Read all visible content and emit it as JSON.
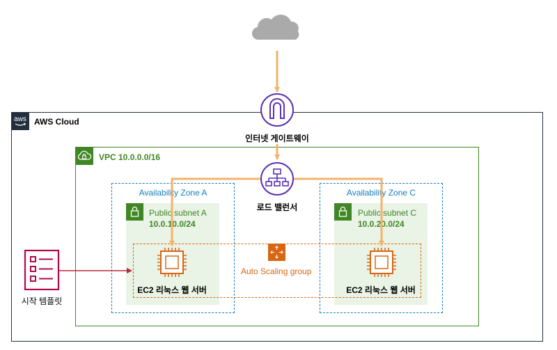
{
  "aws_cloud": {
    "title": "AWS Cloud",
    "badge_text": "aws"
  },
  "vpc": {
    "title": "VPC 10.0.0.0/16"
  },
  "internet_gateway": {
    "label": "인터넷 게이트웨이"
  },
  "load_balancer": {
    "label": "로드 밸런서"
  },
  "zones": [
    {
      "label": "Availability Zone A",
      "subnet_name": "Public subnet A",
      "subnet_cidr": "10.0.10.0/24",
      "instance_label": "EC2 리눅스 웹 서버"
    },
    {
      "label": "Availability Zone C",
      "subnet_name": "Public subnet C",
      "subnet_cidr": "10.0.20.0/24",
      "instance_label": "EC2 리눅스 웹 서버"
    }
  ],
  "auto_scaling": {
    "label": "Auto Scaling group"
  },
  "launch_template": {
    "label": "시작 템플릿"
  },
  "colors": {
    "aws_dark": "#232f3e",
    "vpc_green": "#3f8624",
    "az_blue": "#147eba",
    "compute_orange": "#d86613",
    "network_purple": "#5a30b5",
    "arrow_orange": "#f5b26b",
    "template_crimson": "#b0084d",
    "cloud_gray": "#aaaaaa"
  },
  "icons": [
    "cloud-icon",
    "internet-gateway-icon",
    "load-balancer-icon",
    "ec2-instance-icon",
    "auto-scaling-icon",
    "launch-template-icon",
    "lock-icon",
    "aws-logo-icon",
    "vpc-icon"
  ]
}
